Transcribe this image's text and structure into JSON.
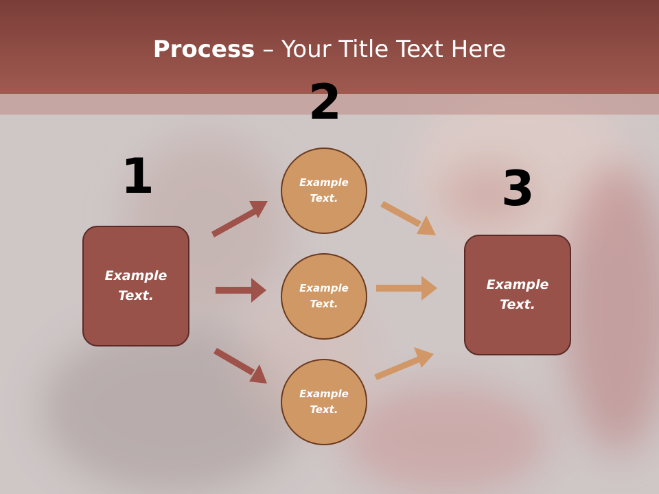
{
  "title": {
    "bold": "Process",
    "rest": " – Your Title Text Here"
  },
  "steps": [
    "1",
    "2",
    "3"
  ],
  "nodes": {
    "left_box": "Example\nText.",
    "right_box": "Example\nText.",
    "circle_top": "Example\nText.",
    "circle_middle": "Example\nText.",
    "circle_bottom": "Example\nText."
  },
  "colors": {
    "title_bar": "#9a5449",
    "box_fill": "#98524a",
    "circle_fill": "#cf9864",
    "arrow_left": "#9e5249",
    "arrow_right": "#d19766"
  }
}
